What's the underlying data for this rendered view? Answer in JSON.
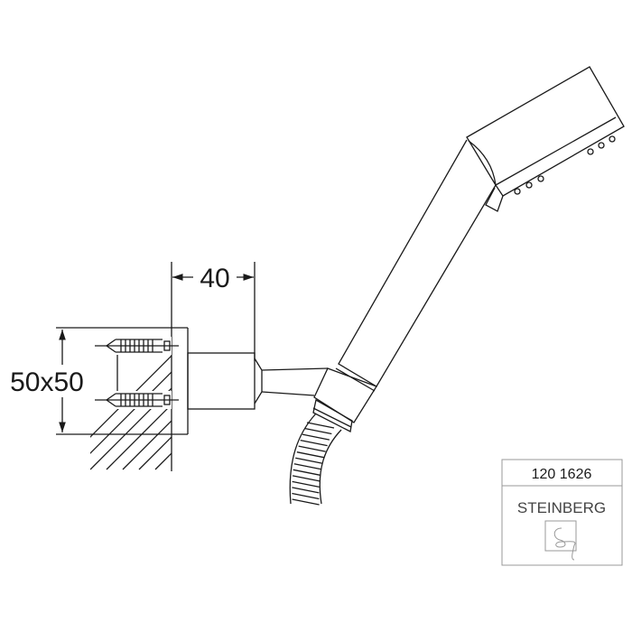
{
  "dimensions": {
    "depth": "40",
    "plate_size": "50x50"
  },
  "title_block": {
    "article_number": "120 1626",
    "brand": "STEINBERG"
  },
  "colors": {
    "line": "#1a1a1a",
    "frame": "#999999"
  }
}
